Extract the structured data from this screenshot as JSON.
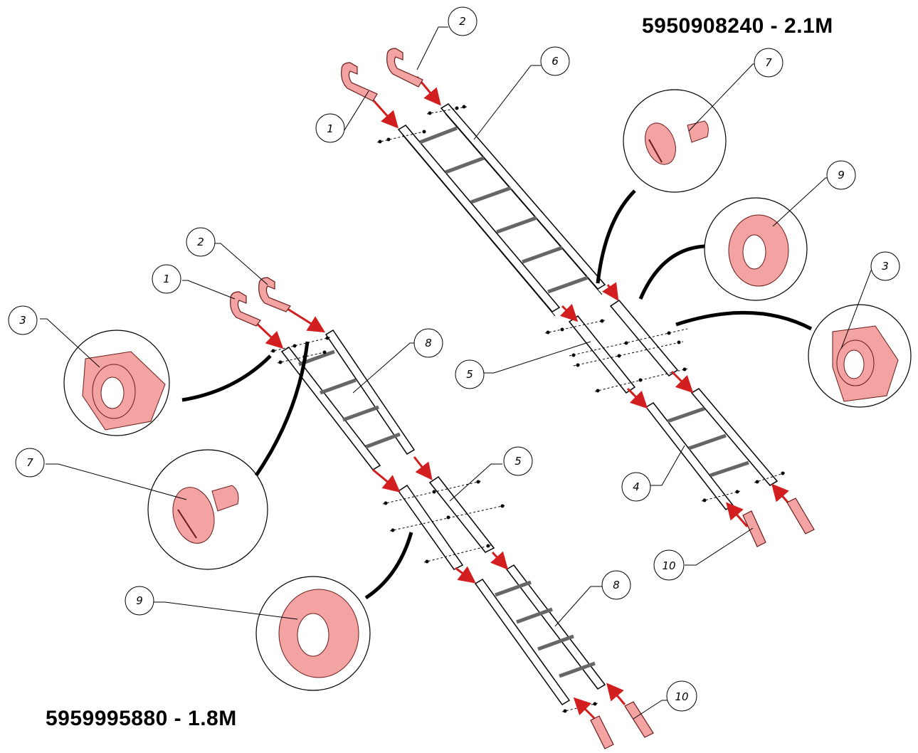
{
  "titles": {
    "top": "5950908240 - 2.1M",
    "bottom": "5959995880 - 1.8M"
  },
  "colors": {
    "part_fill": "#f4a3a3",
    "part_stroke": "#6a1a1a",
    "arrow": "#d21e1e",
    "line": "#000000"
  },
  "callouts": [
    {
      "id": "c-t2",
      "label": "2"
    },
    {
      "id": "c-t6",
      "label": "6"
    },
    {
      "id": "c-t1",
      "label": "1"
    },
    {
      "id": "c-t7",
      "label": "7"
    },
    {
      "id": "c-t9",
      "label": "9"
    },
    {
      "id": "c-t3",
      "label": "3"
    },
    {
      "id": "c-t5",
      "label": "5"
    },
    {
      "id": "c-t4",
      "label": "4"
    },
    {
      "id": "c-t10",
      "label": "10"
    },
    {
      "id": "c-b2",
      "label": "2"
    },
    {
      "id": "c-b1",
      "label": "1"
    },
    {
      "id": "c-b3",
      "label": "3"
    },
    {
      "id": "c-b8a",
      "label": "8"
    },
    {
      "id": "c-b7",
      "label": "7"
    },
    {
      "id": "c-b5",
      "label": "5"
    },
    {
      "id": "c-b9",
      "label": "9"
    },
    {
      "id": "c-b8b",
      "label": "8"
    },
    {
      "id": "c-b10",
      "label": "10"
    }
  ]
}
